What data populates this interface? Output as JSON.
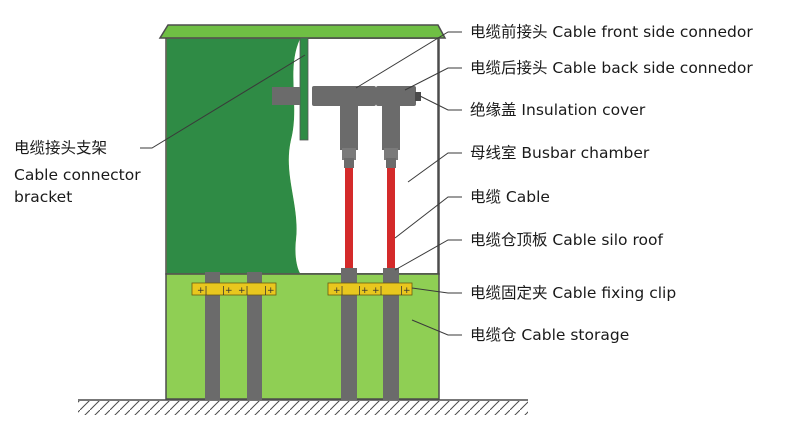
{
  "labels": {
    "front_connector": "电缆前接头 Cable front side connedor",
    "back_connector": "电缆后接头 Cable back side connedor",
    "insulation_cover": "绝缘盖 Insulation cover",
    "busbar_chamber": "母线室 Busbar chamber",
    "cable": "电缆 Cable",
    "silo_roof": "电缆仓顶板 Cable silo roof",
    "fixing_clip": "电缆固定夹 Cable fixing clip",
    "cable_storage": "电缆仓 Cable storage",
    "bracket_cn": "电缆接头支架",
    "bracket_en_1": "Cable connector",
    "bracket_en_2": "bracket"
  },
  "colors": {
    "cabinet_light_green": "#8fcf54",
    "cabinet_dark_green": "#2f8b45",
    "roof_green": "#6fbf44",
    "outline": "#4d4d4d",
    "cable_red": "#d42a2a",
    "connector_gray": "#6b6b6b",
    "clip_yellow": "#e9c71e",
    "leader_line": "#3a3a3a"
  }
}
